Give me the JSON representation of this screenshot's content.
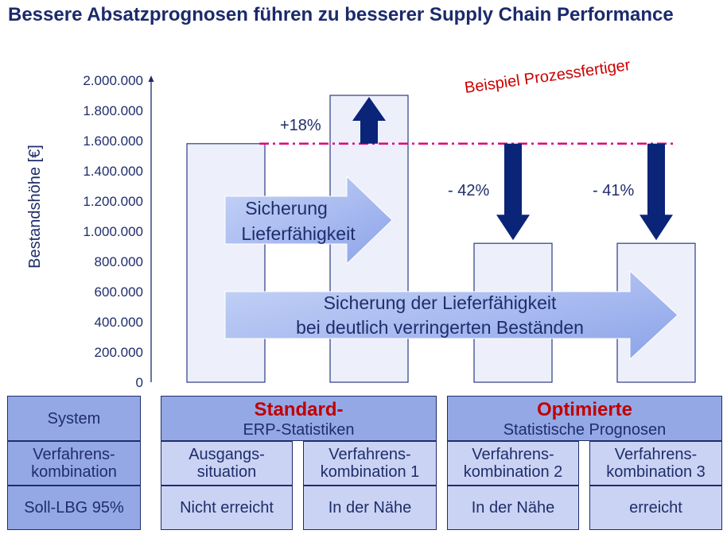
{
  "title": "Bessere Absatzprognosen führen zu besserer Supply Chain Performance",
  "chart_data": {
    "type": "bar",
    "ylabel": "Bestandshöhe [€]",
    "ylim": [
      0,
      2000000
    ],
    "yticks": [
      "0",
      "200.000",
      "400.000",
      "600.000",
      "800.000",
      "1.000.000",
      "1.200.000",
      "1.400.000",
      "1.600.000",
      "1.800.000",
      "2.000.000"
    ],
    "categories": [
      "Ausgangssituation",
      "Verfahrenskombination 1",
      "Verfahrenskombination 2",
      "Verfahrenskombination 3"
    ],
    "values": [
      1580000,
      1900000,
      920000,
      920000
    ],
    "reference_line": 1580000,
    "annotation_label": "Beispiel Prozessfertiger",
    "changes": [
      {
        "label": "+18%",
        "direction": "up",
        "from": 1580000,
        "to": 1900000
      },
      {
        "label": "- 42%",
        "direction": "down",
        "from": 1580000,
        "to": 920000
      },
      {
        "label": "- 41%",
        "direction": "down",
        "from": 1580000,
        "to": 920000
      }
    ],
    "arrow_labels": {
      "short": [
        "Sicherung",
        "Lieferfähigkeit"
      ],
      "long": [
        "Sicherung der Lieferfähigkeit",
        "bei deutlich verringerten Beständen"
      ]
    },
    "colors": {
      "bar_fill": "#edf0fb",
      "bar_border": "#2c3b84",
      "arrow_dark": "#0a2478",
      "dash": "#e0007a",
      "annotation": "#cc0000"
    }
  },
  "table": {
    "row_labels": [
      "System",
      "Verfahrens-\nkombination",
      "Soll-LBG 95%"
    ],
    "groups": [
      {
        "big": "Standard-",
        "small": "ERP-Statistiken"
      },
      {
        "big": "Optimierte",
        "small": "Statistische Prognosen"
      }
    ],
    "combos": [
      "Ausgangs-\nsituation",
      "Verfahrens-\nkombination 1",
      "Verfahrens-\nkombination 2",
      "Verfahrens-\nkombination 3"
    ],
    "results": [
      "Nicht erreicht",
      "In der Nähe",
      "In der Nähe",
      "erreicht"
    ],
    "colors": {
      "dark": "#95a8e6",
      "light": "#cad3f3",
      "border": "#1f2d6b",
      "highlight": "#c00000"
    }
  }
}
